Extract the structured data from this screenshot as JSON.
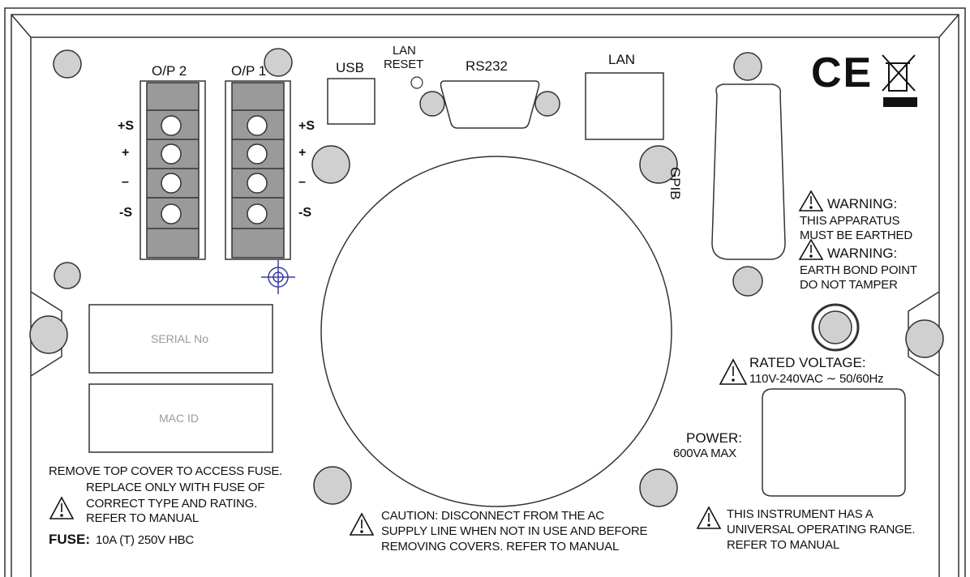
{
  "outputs": {
    "op2_label": "O/P 2",
    "op1_label": "O/P 1",
    "terminal_labels": [
      "+S",
      "+",
      "–",
      "-S"
    ]
  },
  "ports": {
    "usb": "USB",
    "lan_reset_line1": "LAN",
    "lan_reset_line2": "RESET",
    "rs232": "RS232",
    "lan": "LAN",
    "gpib": "GPIB"
  },
  "marks": {
    "ce": "CE"
  },
  "label_boxes": {
    "serial": "SERIAL No",
    "mac": "MAC ID"
  },
  "warnings": {
    "earth_title": "WARNING:",
    "earth_line1": "THIS APPARATUS",
    "earth_line2": "MUST BE EARTHED",
    "bond_title": "WARNING:",
    "bond_line1": "EARTH BOND POINT",
    "bond_line2": "DO NOT TAMPER",
    "voltage_title": "RATED VOLTAGE:",
    "voltage_line": "110V-240VAC ∼ 50/60Hz"
  },
  "power": {
    "line1": "POWER:",
    "line2": "600VA MAX"
  },
  "fuse_notice": {
    "line1": "REMOVE TOP COVER TO ACCESS FUSE.",
    "line2": "REPLACE ONLY WITH FUSE OF",
    "line3": "CORRECT TYPE AND RATING.",
    "line4": "REFER TO MANUAL",
    "fuse_prefix": "FUSE:",
    "fuse_value": "10A (T) 250V HBC"
  },
  "caution": {
    "line1": "CAUTION: DISCONNECT FROM THE AC",
    "line2": "SUPPLY LINE WHEN NOT IN USE AND BEFORE",
    "line3": "REMOVING COVERS. REFER TO MANUAL"
  },
  "range_notice": {
    "line1": "THIS INSTRUMENT HAS A",
    "line2": "UNIVERSAL OPERATING RANGE.",
    "line3": "REFER TO MANUAL"
  },
  "colors": {
    "line": "#333333",
    "screw_fill": "#d0d0d0",
    "terminal_fill": "#9a9a9a",
    "earth_mark": "#3a3aa8"
  }
}
